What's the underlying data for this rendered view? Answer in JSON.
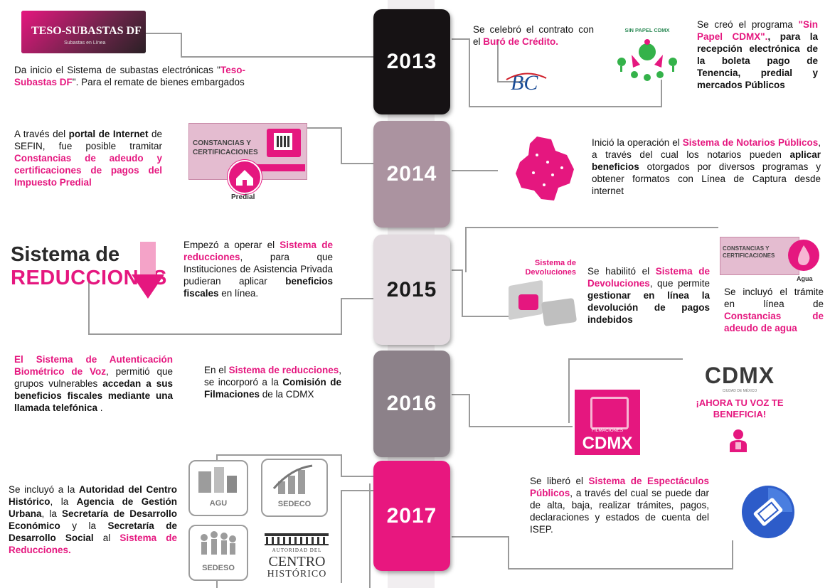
{
  "colors": {
    "pink": "#e5177f",
    "black": "#141414",
    "mauve": "#a8909c",
    "light": "#ddd3d8",
    "gray": "#8a7f86"
  },
  "timeline": [
    {
      "year": "2013",
      "color": "#161214"
    },
    {
      "year": "2014",
      "color": "#ab93a0"
    },
    {
      "year": "2015",
      "color": "#e3dbe0"
    },
    {
      "year": "2016",
      "color": "#8c8189"
    },
    {
      "year": "2017",
      "color": "#e8177f"
    }
  ],
  "y2013": {
    "logo_title": "TESO-SUBASTAS DF",
    "logo_sub": "Subastas en Línea",
    "left_a": "Da inicio el Sistema de subastas electrónicas \"",
    "left_pink": "Teso-Subastas DF",
    "left_b": "\". Para el remate de bienes embargados",
    "mid_a": "Se celebró el contrato con el ",
    "mid_pink": "Buró de Crédito.",
    "sinpapel_label": "SIN PAPEL CDMX",
    "right_a": "Se creó el programa ",
    "right_pink": "\"Sin Papel CDMX\".",
    "right_b": ", para la recepción electrónica de la boleta pago de Tenencia, predial y mercados Públicos"
  },
  "y2014": {
    "left_a": "A través del ",
    "left_b1": "portal de Internet",
    "left_c": " de SEFIN, fue posible tramitar ",
    "left_pink": "Constancias de adeudo y certificaciones de pagos del Impuesto Predial",
    "card_title": "CONSTANCIAS Y CERTIFICACIONES",
    "predial_label": "Predial",
    "right_a": "Inició la operación el ",
    "right_pink": "Sistema de Notarios Públicos",
    "right_b": ", a través del cual los notarios pueden ",
    "right_bold": "aplicar beneficios",
    "right_c": " otorgados por diversos programas y obtener formatos con Línea de Captura desde internet"
  },
  "y2015": {
    "sistema_de": "Sistema de",
    "reducciones": "REDUCCIONES",
    "mid_a": "Empezó a operar el ",
    "mid_pink": "Sistema de reducciones",
    "mid_b": ", para que Instituciones de Asistencia Privada pudieran aplicar ",
    "mid_bold": "beneficios fiscales",
    "mid_c": " en línea.",
    "dev_label": "Sistema de Devoluciones",
    "dev_a": "Se habilitó el ",
    "dev_pink": "Sistema de Devoluciones",
    "dev_b": ", que permite ",
    "dev_bold": "gestionar en línea la devolución de pagos indebidos",
    "agua_card": "CONSTANCIAS Y CERTIFICACIONES",
    "agua_label": "Agua",
    "agua_a": "Se incluyó el trámite en línea de ",
    "agua_pink": "Constancias de adeudo de agua"
  },
  "y2016": {
    "left_pink": "El Sistema de Autenticación Biométrico de Voz",
    "left_a": ", permitió que grupos vulnerables ",
    "left_bold": "accedan a sus beneficios fiscales mediante una llamada telefónica",
    "left_b": " .",
    "mid_a": "En el ",
    "mid_pink": "Sistema de reducciones",
    "mid_b": ", se incorporó a la ",
    "mid_bold": "Comisión de Filmaciones",
    "mid_c": " de la CDMX",
    "film_small": "FILMACIONES",
    "film_big": "CDMX",
    "cdmx_logo": "CDMX",
    "cdmx_sub": "CIUDAD DE MÉXICO",
    "voz_text": "¡AHORA TU VOZ TE BENEFICIA!"
  },
  "y2017": {
    "left_a": "Se incluyó a la ",
    "left_b1": "Autoridad del Centro Histórico",
    "left_c": ", la ",
    "left_b2": "Agencia de Gestión Urbana",
    "left_d": ", la ",
    "left_b3": "Secretaría de Desarrollo Económico",
    "left_e": " y la ",
    "left_b4": "Secretaría de Desarrollo Social",
    "left_f": " al ",
    "left_pink": "Sistema de Reducciones.",
    "agu": "AGU",
    "sedeco": "SEDECO",
    "sedeso": "SEDESO",
    "autoridad": "AUTORIDAD DEL",
    "centro": "CENTRO",
    "historico": "HISTÓRICO",
    "right_a": "Se liberó el ",
    "right_pink": "Sistema de Espectáculos Públicos",
    "right_b": ", a través del cual se puede dar de alta, baja, realizar trámites, pagos, declaraciones y estados de cuenta del ISEP."
  }
}
